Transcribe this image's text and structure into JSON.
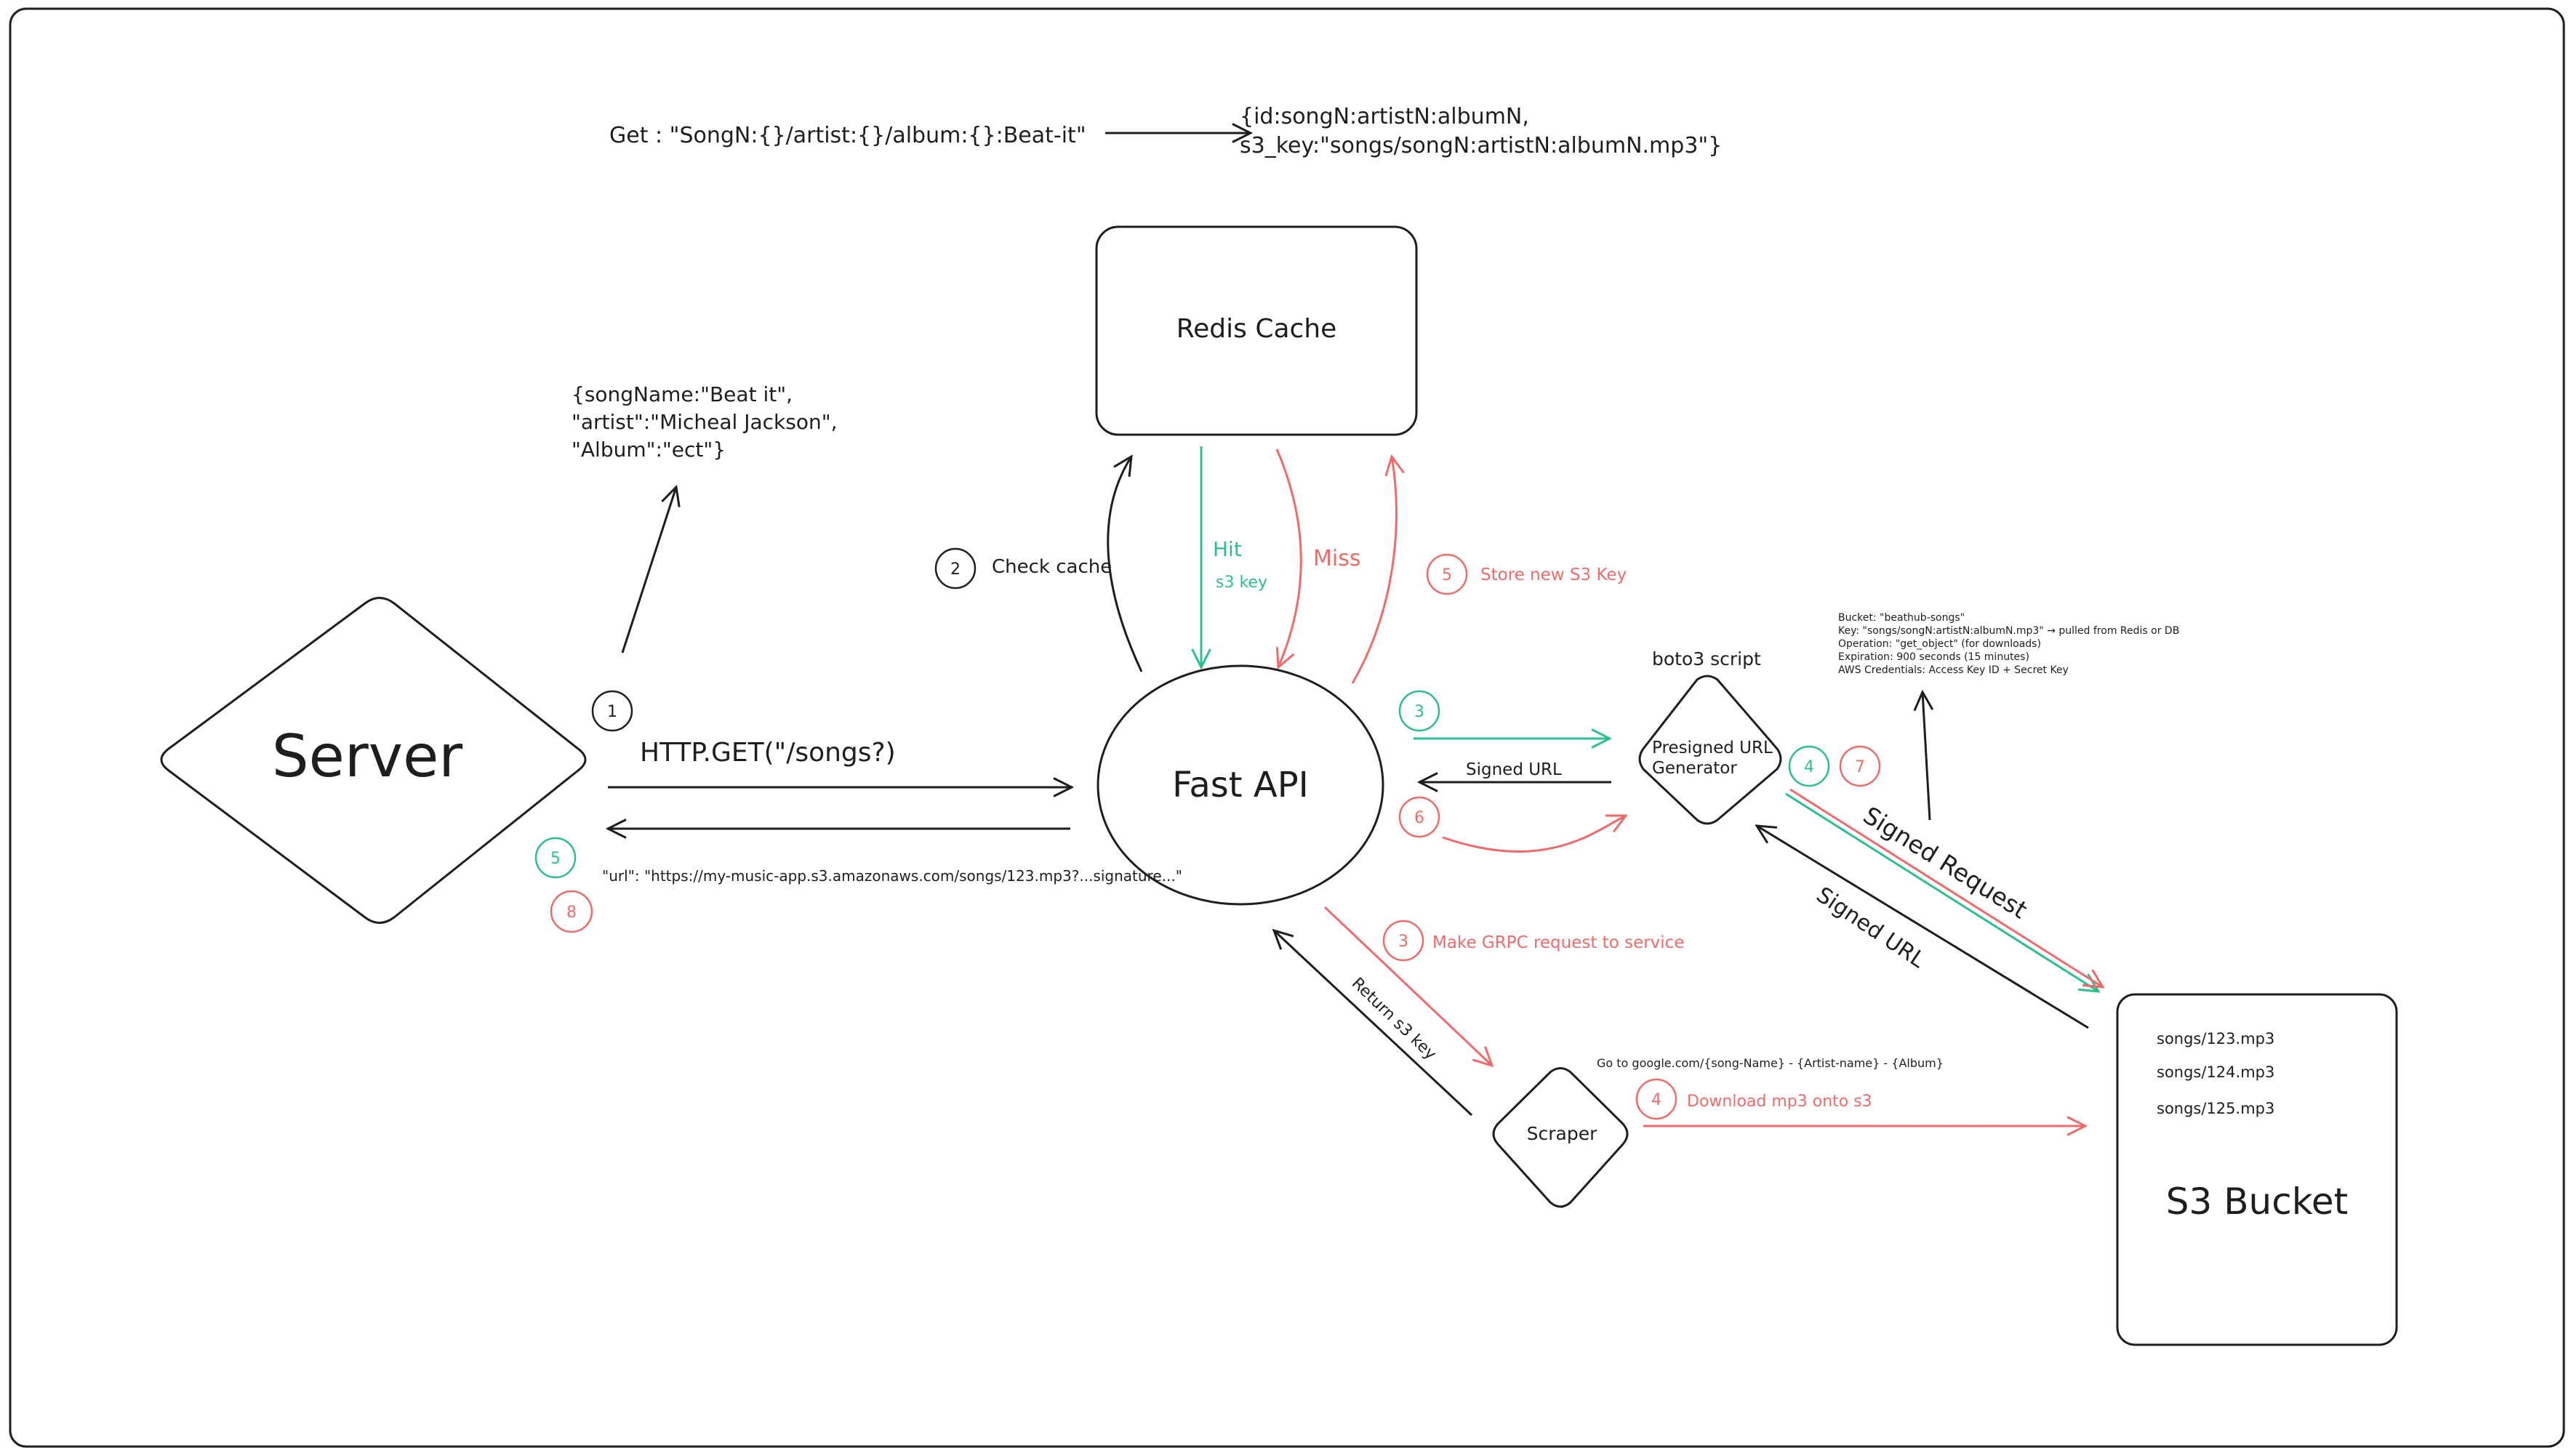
{
  "top_request": {
    "get_label": "Get : \"SongN:{}/artist:{}/album:{}:Beat-it\"",
    "result_line1": "{id:songN:artistN:albumN,",
    "result_line2": "s3_key:\"songs/songN:artistN:albumN.mp3\"}"
  },
  "request_body": {
    "line1": "{songName:\"Beat it\",",
    "line2": "\"artist\":\"Micheal Jackson\",",
    "line3": "\"Album\":\"ect\"}"
  },
  "nodes": {
    "server": "Server",
    "redis": "Redis Cache",
    "fastapi": "Fast API",
    "presigned_line1": "Presigned URL",
    "presigned_line2": "Generator",
    "boto3": "boto3 script",
    "scraper": "Scraper",
    "s3": "S3 Bucket"
  },
  "s3_files": [
    "songs/123.mp3",
    "songs/124.mp3",
    "songs/125.mp3"
  ],
  "edges": {
    "http_get": "HTTP.GET(\"/songs?)",
    "url_response": "\"url\": \"https://my-music-app.s3.amazonaws.com/songs/123.mp3?...signature...\"",
    "check_cache": "Check cache",
    "hit": "Hit",
    "s3_key": "s3 key",
    "miss": "Miss",
    "store_new_key": "Store new S3 Key",
    "signed_url_back": "Signed URL",
    "signed_request": "Signed Request",
    "signed_url_diag": "Signed URL",
    "make_grpc": "Make GRPC request to service",
    "return_key": "Return s3 key",
    "go_to_google": "Go to google.com/{song-Name} - {Artist-name} - {Album}",
    "download_mp3": "Download mp3 onto s3"
  },
  "steps": {
    "one": "1",
    "two": "2",
    "three_green": "3",
    "three_red": "3",
    "four_green": "4",
    "four_red": "4",
    "five_green": "5",
    "five_red": "5",
    "six": "6",
    "seven": "7",
    "eight": "8"
  },
  "presign_notes": [
    "Bucket: \"beathub-songs\"",
    "Key: \"songs/songN:artistN:albumN.mp3\"  → pulled from Redis or DB",
    "Operation: \"get_object\" (for downloads)",
    "Expiration: 900 seconds (15 minutes)",
    "AWS Credentials: Access Key ID + Secret Key"
  ],
  "colors": {
    "ink": "#1e1e1e",
    "hit_path": "#2bbf8f",
    "miss_path": "#f06a6a"
  }
}
